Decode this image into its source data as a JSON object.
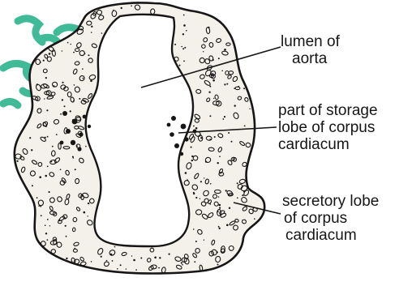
{
  "labels": {
    "lumen": [
      "lumen of",
      "aorta"
    ],
    "storage": [
      "part of storage",
      "lobe of corpus",
      "cardiacum"
    ],
    "secretory": [
      "secretory lobe",
      "of corpus",
      "cardiacum"
    ]
  },
  "colors": {
    "ink": "#161616",
    "tissue_fill": "#f4f1ea",
    "background": "#ffffff",
    "stain": "#1fae86"
  }
}
